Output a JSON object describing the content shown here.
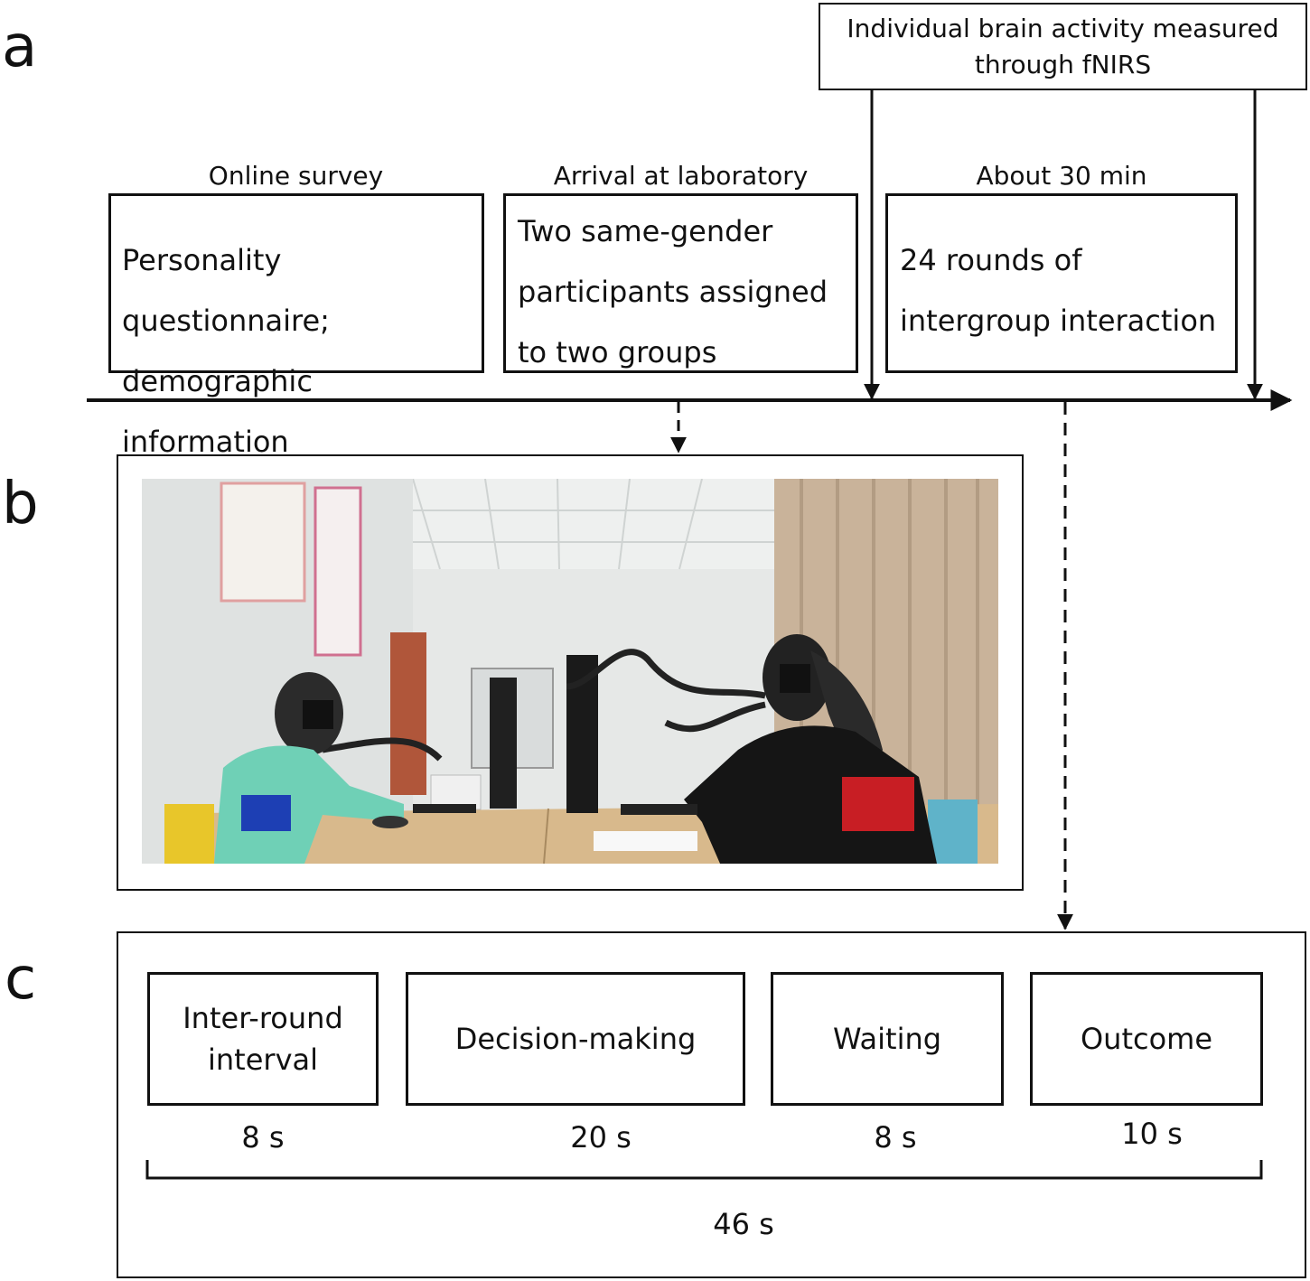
{
  "panel_a": {
    "label": "a",
    "fnirs_box": "Individual brain activity measured through fNIRS",
    "stages": [
      {
        "title": "Online survey",
        "text": "Personality questionnaire; demographic information"
      },
      {
        "title": "Arrival at laboratory",
        "text": "Two same-gender participants assigned to two groups"
      },
      {
        "title": "About 30 min",
        "text": "24 rounds of intergroup interaction"
      }
    ]
  },
  "panel_b": {
    "label": "b",
    "photo": "laboratory photo: two participants wearing fNIRS caps seated across a desk with monitors and keyboards"
  },
  "panel_c": {
    "label": "c",
    "phases": [
      {
        "name": "Inter-round interval",
        "duration": "8 s"
      },
      {
        "name": "Decision-making",
        "duration": "20 s"
      },
      {
        "name": "Waiting",
        "duration": "8 s"
      },
      {
        "name": "Outcome",
        "duration": "10 s"
      }
    ],
    "total": "46 s"
  },
  "colors": {
    "line": "#111111",
    "wall": "#e9ebea",
    "desk": "#d8b98c",
    "curtain": "#c9b39a"
  }
}
